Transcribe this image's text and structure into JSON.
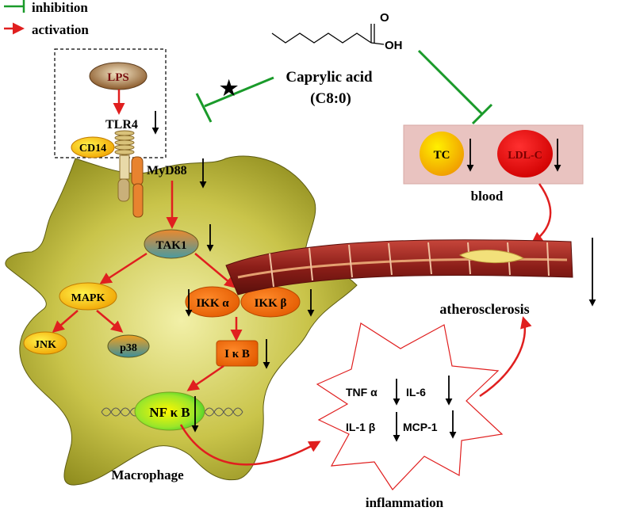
{
  "legend": {
    "inhibition_label": "inhibition",
    "activation_label": "activation",
    "inhibition_color": "#1a9a2a",
    "activation_color": "#e01f1f"
  },
  "compound": {
    "name": "Caprylic acid",
    "formula": "(C8:0)",
    "carbonyl_o": "O",
    "hydroxyl": "OH",
    "star": "★"
  },
  "receptor_complex": {
    "lps": "LPS",
    "tlr4": "TLR4",
    "cd14": "CD14",
    "myd88": "MyD88"
  },
  "macrophage": {
    "label": "Macrophage",
    "tak1": "TAK1",
    "mapk": "MAPK",
    "jnk": "JNK",
    "p38": "p38",
    "ikk_alpha": "IKK α",
    "ikk_beta": "IKK β",
    "ikb": "I κ B",
    "nfkb": "NF κ B"
  },
  "blood": {
    "label": "blood",
    "tc": "TC",
    "ldl_c": "LDL-C"
  },
  "outcome": {
    "atherosclerosis": "atherosclerosis"
  },
  "inflammation": {
    "label": "inflammation",
    "tnf": "TNF α",
    "il6": "IL-6",
    "il1": "IL-1 β",
    "mcp1": "MCP-1"
  }
}
